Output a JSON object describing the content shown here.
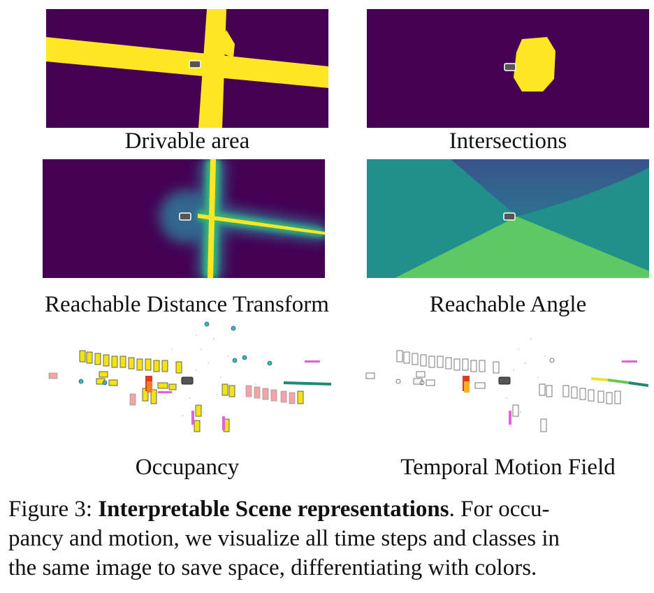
{
  "panels": [
    {
      "caption": "Drivable area"
    },
    {
      "caption": "Intersections"
    },
    {
      "caption": "Reachable Distance Transform"
    },
    {
      "caption": "Reachable Angle"
    },
    {
      "caption": "Occupancy"
    },
    {
      "caption": "Temporal Motion Field"
    }
  ],
  "figure_caption": {
    "label": "Figure 3:",
    "title": "Interpretable Scene representations",
    "text_line1": ". For occu-",
    "text_line2": "pancy and motion, we visualize all time steps and classes in",
    "text_line3": "the same image to save space, differentiating with colors."
  },
  "colors": {
    "viridis_dark": "#440154",
    "viridis_yellow": "#fde725",
    "teal": "#21908d",
    "blue": "#3b528b",
    "green": "#5ec962"
  }
}
